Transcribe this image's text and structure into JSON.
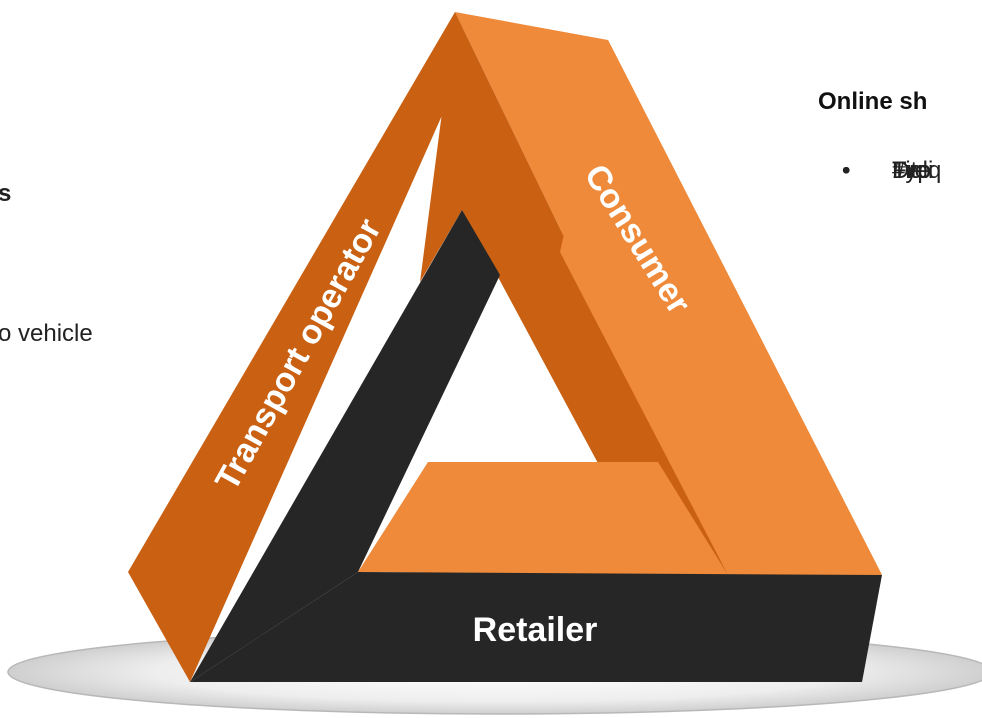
{
  "left": {
    "heading": "s",
    "item": "o vehicle"
  },
  "right": {
    "title": "Online sh",
    "bullets": [
      "Freq",
      "Deli",
      "#ite",
      "Typ"
    ]
  },
  "triangle": {
    "side_left": "Transport operator",
    "side_right": "Consumer",
    "side_bottom": "Retailer"
  },
  "colors": {
    "orange_dark": "#C96012",
    "orange_light": "#EE8A3A",
    "black": "#262626",
    "text_light": "#ffffff"
  }
}
